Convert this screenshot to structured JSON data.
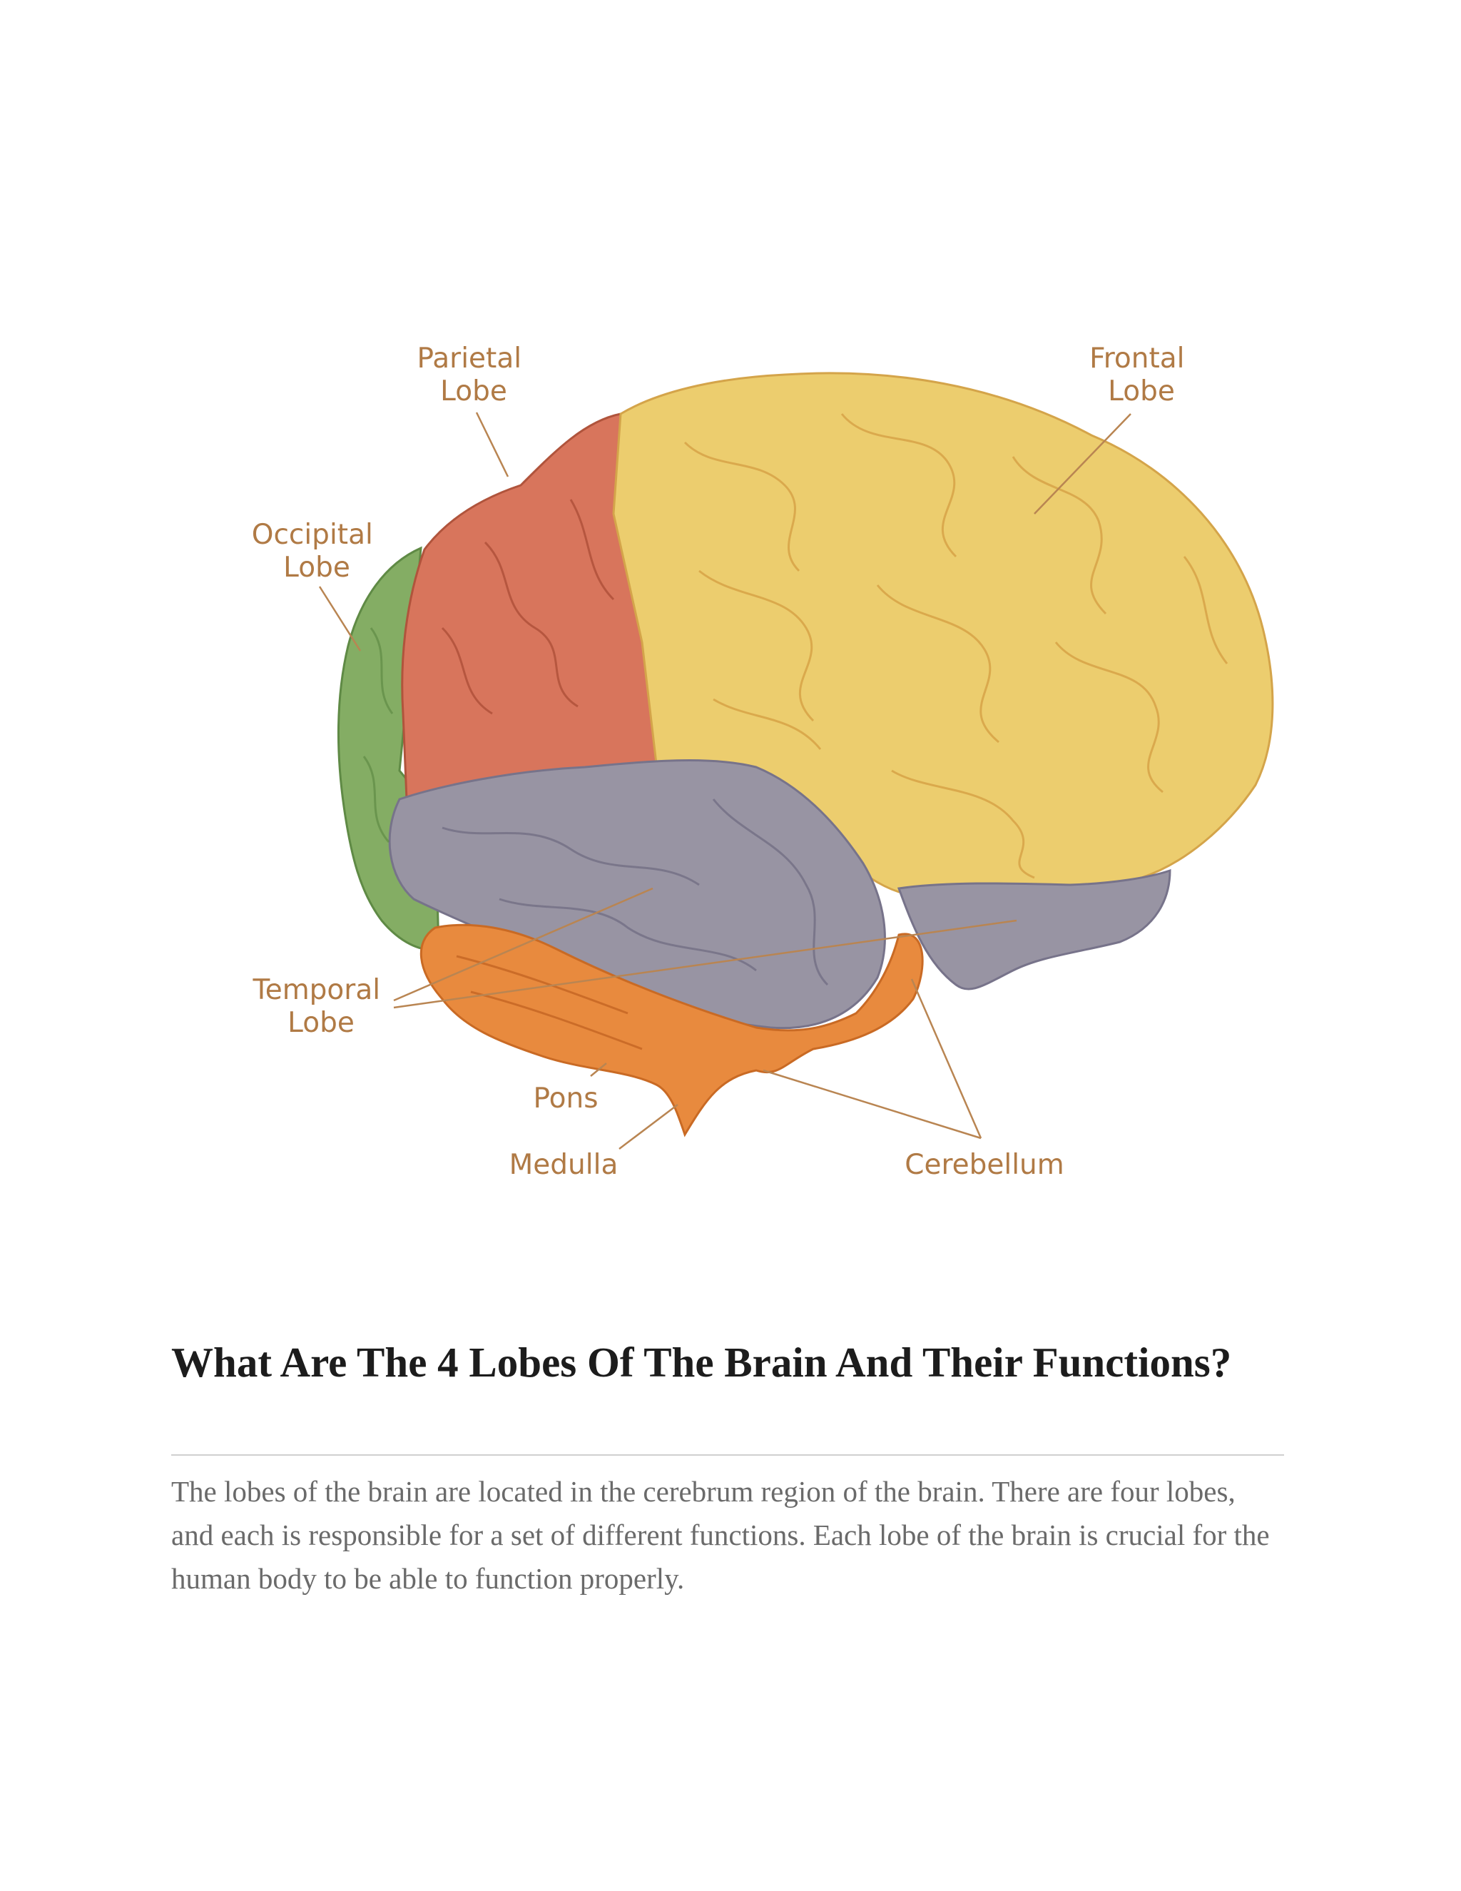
{
  "diagram": {
    "labels": {
      "parietal": [
        "Parietal",
        "Lobe"
      ],
      "frontal": [
        "Frontal",
        "Lobe"
      ],
      "occipital": [
        "Occipital",
        "Lobe"
      ],
      "temporal": [
        "Temporal",
        "Lobe"
      ],
      "pons": "Pons",
      "medulla": "Medulla",
      "cerebellum": "Cerebellum"
    },
    "colors": {
      "frontal": "#eccd6e",
      "parietal": "#d8755c",
      "occipital": "#84ad64",
      "temporal": "#9894a3",
      "cerebellum": "#e88a3e",
      "label": "#b07a45"
    }
  },
  "article": {
    "title": "What Are The 4 Lobes Of The Brain And Their Functions?",
    "body": "The lobes of the brain are located in the cerebrum region of the brain. There are four lobes, and each is responsible for a set of different functions. Each lobe of the brain is crucial for the human body to be able to function properly."
  }
}
